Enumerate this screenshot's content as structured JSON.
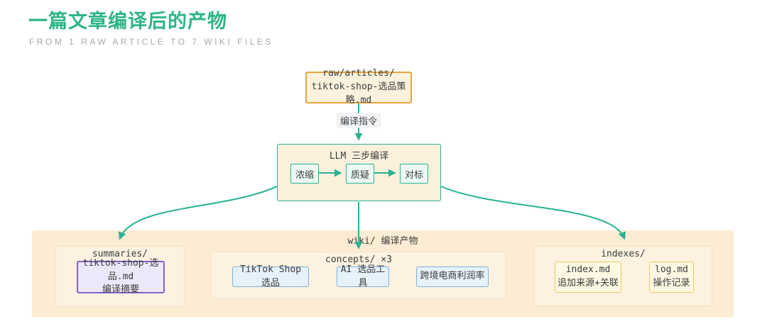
{
  "header": {
    "title": "一篇文章编译后的产物",
    "subtitle": "FROM 1 RAW ARTICLE TO 7 WIKI FILES"
  },
  "colors": {
    "title_green": "#2eb487",
    "arrow_teal": "#2ab391",
    "source_orange": "#e8a43e",
    "summary_purple": "#8661c9",
    "concept_blue": "#7fb2d9",
    "index_yellow": "#e7cb5a",
    "container_peach": "#fcecd4"
  },
  "diagram": {
    "source_box": {
      "line1": "raw/articles/",
      "line2": "tiktok-shop-选品策略.md"
    },
    "edge_label": "编译指令",
    "llm_box": {
      "title": "LLM 三步编译",
      "steps": [
        "浓缩",
        "质疑",
        "对标"
      ]
    },
    "wiki_container": {
      "label": "wiki/ 编译产物",
      "summaries": {
        "label": "summaries/",
        "file": {
          "line1": "tiktok-shop-选品.md",
          "line2": "编译摘要"
        }
      },
      "concepts": {
        "label": "concepts/ ×3",
        "items": [
          "TikTok Shop 选品",
          "AI 选品工具",
          "跨境电商利润率"
        ]
      },
      "indexes": {
        "label": "indexes/",
        "files": [
          {
            "line1": "index.md",
            "line2": "追加来源+关联"
          },
          {
            "line1": "log.md",
            "line2": "操作记录"
          }
        ]
      }
    }
  }
}
